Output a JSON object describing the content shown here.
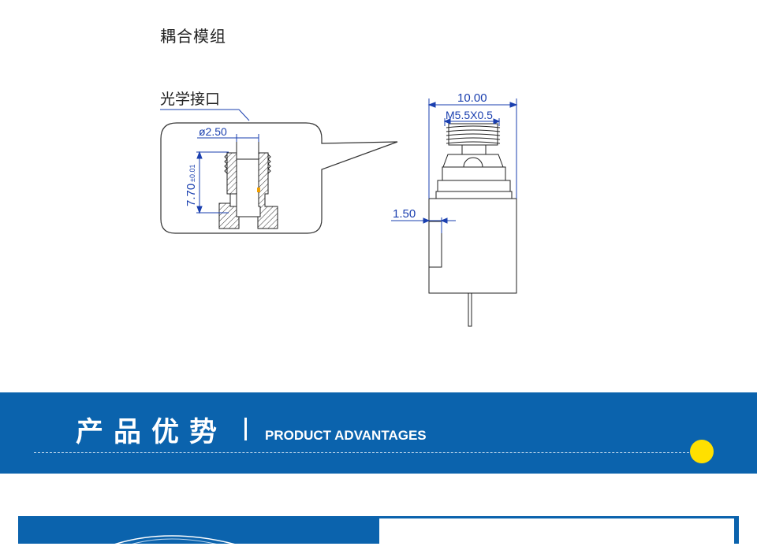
{
  "title": "耦合模组",
  "callout_label": "光学接口",
  "dimensions": {
    "diameter": "ø2.50",
    "length": "7.70",
    "tolerance": "±0.01",
    "width": "10.00",
    "thread": "M5.5X0.5",
    "offset": "1.50"
  },
  "banner": {
    "title_cn": "产品优势",
    "title_en": "PRODUCT ADVANTAGES"
  },
  "colors": {
    "banner_blue": "#0b63ad",
    "accent_yellow": "#ffe000",
    "dimension_blue": "#1a3faf"
  }
}
